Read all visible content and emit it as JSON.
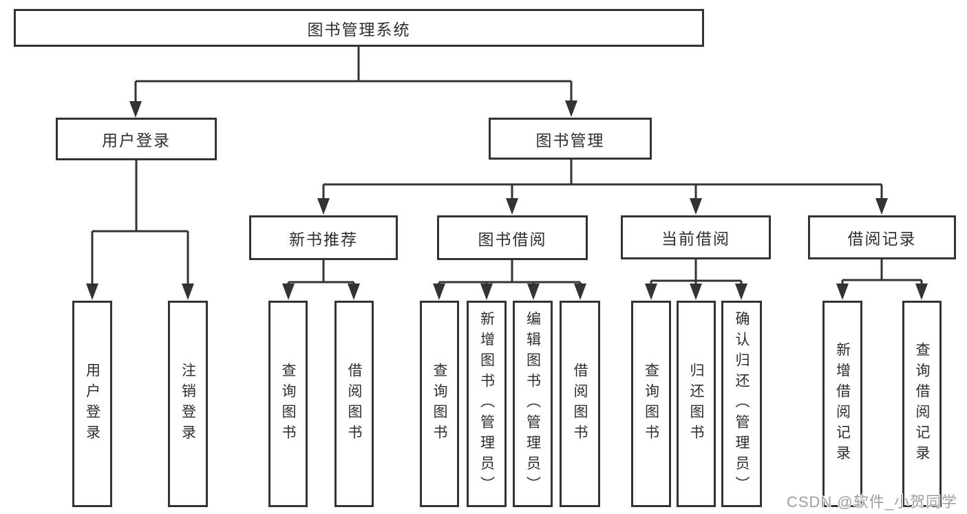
{
  "diagram": {
    "title": "图书管理系统",
    "nodes": {
      "root": "图书管理系统",
      "user_login": "用户登录",
      "book_management": "图书管理",
      "new_book_recommend": "新书推荐",
      "book_borrow": "图书借阅",
      "current_borrow": "当前借阅",
      "borrow_record": "借阅记录",
      "leaf_user_login": "用户登录",
      "leaf_logout": "注销登录",
      "leaf_nb_query_book": "查询图书",
      "leaf_nb_borrow_book": "借阅图书",
      "leaf_bb_query_book": "查询图书",
      "leaf_bb_add_book": "新增图书（管理员）",
      "leaf_bb_edit_book": "编辑图书（管理员）",
      "leaf_bb_borrow_book": "借阅图书",
      "leaf_cb_query_book": "查询图书",
      "leaf_cb_return_book": "归还图书",
      "leaf_cb_confirm_return": "确认归还（管理员）",
      "leaf_br_add_record": "新增借阅记录",
      "leaf_br_query_record": "查询借阅记录"
    }
  },
  "watermark": {
    "text": "CSDN @软件_小贺同学"
  },
  "colors": {
    "line": "#333333",
    "text": "#2e2e2e",
    "background": "#ffffff",
    "watermark": "#9e9e9e"
  }
}
